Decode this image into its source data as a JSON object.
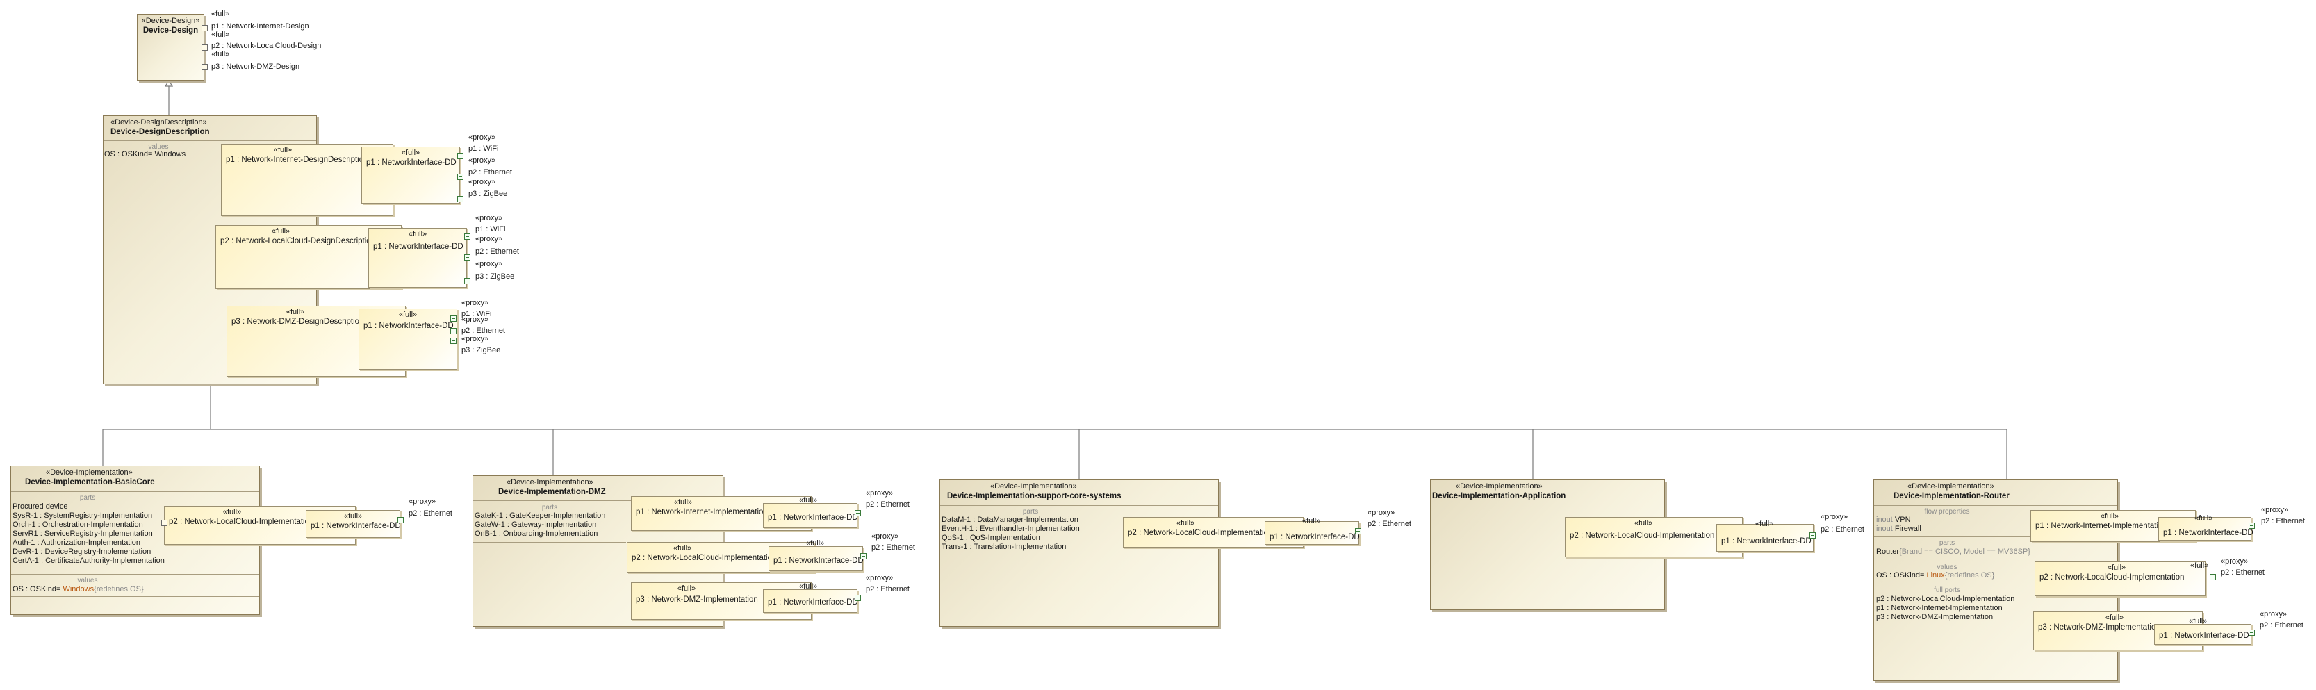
{
  "design": {
    "stereotype": "«Device-Design»",
    "name": "Device-Design",
    "ports": [
      {
        "stereo": "«full»",
        "label": "p1 : Network-Internet-Design"
      },
      {
        "stereo": "«full»",
        "label": "p2 : Network-LocalCloud-Design"
      },
      {
        "stereo": "«full»",
        "label": "p3 : Network-DMZ-Design"
      }
    ]
  },
  "design_description": {
    "stereotype": "«Device-DesignDescription»",
    "name": "Device-DesignDescription",
    "values_header": "values",
    "os_value": "OS : OSKind= Windows",
    "parts": [
      {
        "stereo": "«full»",
        "name": "p1 : Network-Internet-DesignDescription",
        "inner_stereo": "«full»",
        "inner_name": "p1 : NetworkInterface-DD",
        "ports": [
          {
            "stereo": "«proxy»",
            "label": "p1 : WiFi"
          },
          {
            "stereo": "«proxy»",
            "label": "p2 : Ethernet"
          },
          {
            "stereo": "«proxy»",
            "label": "p3 : ZigBee"
          }
        ]
      },
      {
        "stereo": "«full»",
        "name": "p2 : Network-LocalCloud-DesignDescription",
        "inner_stereo": "«full»",
        "inner_name": "p1 : NetworkInterface-DD",
        "ports": [
          {
            "stereo": "«proxy»",
            "label": "p1 : WiFi"
          },
          {
            "stereo": "«proxy»",
            "label": "p2 : Ethernet"
          },
          {
            "stereo": "«proxy»",
            "label": "p3 : ZigBee"
          }
        ]
      },
      {
        "stereo": "«full»",
        "name": "p3 : Network-DMZ-DesignDescription",
        "inner_stereo": "«full»",
        "inner_name": "p1 : NetworkInterface-DD",
        "ports": [
          {
            "stereo": "«proxy»",
            "label": "p1 : WiFi"
          },
          {
            "stereo": "«proxy»",
            "label": "p2 : Ethernet"
          },
          {
            "stereo": "«proxy»",
            "label": "p3 : ZigBee"
          }
        ]
      }
    ]
  },
  "basic_core": {
    "stereotype": "«Device-Implementation»",
    "name": "Device-Implementation-BasicCore",
    "parts_header": "parts",
    "procured": "Procured device",
    "parts": [
      "SysR-1 : SystemRegistry-Implementation",
      "Orch-1 : Orchestration-Implementation",
      "ServR1 : ServiceRegistry-Implementation",
      "Auth-1 : Authorization-Implementation",
      "DevR-1 : DeviceRegistry-Implementation",
      "CertA-1 : CertificateAuthority-Implementation"
    ],
    "values_header": "values",
    "os_prefix": "OS : OSKind= ",
    "os_value": "Windows",
    "os_suffix": "{redefines OS}",
    "net_part": {
      "stereo": "«full»",
      "name": "p2 : Network-LocalCloud-Implementation",
      "inner_stereo": "«full»",
      "inner_name": "p1 : NetworkInterface-DD",
      "port_stereo": "«proxy»",
      "port_label": "p2 : Ethernet"
    }
  },
  "dmz": {
    "stereotype": "«Device-Implementation»",
    "name": "Device-Implementation-DMZ",
    "parts_header": "parts",
    "parts": [
      "GateK-1 : GateKeeper-Implementation",
      "GateW-1 : Gateway-Implementation",
      "OnB-1 : Onboarding-Implementation"
    ],
    "net_parts": [
      {
        "stereo": "«full»",
        "name": "p1 : Network-Internet-Implementation",
        "inner_stereo": "«full»",
        "inner_name": "p1 : NetworkInterface-DD",
        "port_stereo": "«proxy»",
        "port_label": "p2 : Ethernet"
      },
      {
        "stereo": "«full»",
        "name": "p2 : Network-LocalCloud-Implementation",
        "inner_stereo": "«full»",
        "inner_name": "p1 : NetworkInterface-DD",
        "port_stereo": "«proxy»",
        "port_label": "p2 : Ethernet"
      },
      {
        "stereo": "«full»",
        "name": "p3 : Network-DMZ-Implementation",
        "inner_stereo": "«full»",
        "inner_name": "p1 : NetworkInterface-DD",
        "port_stereo": "«proxy»",
        "port_label": "p2 : Ethernet"
      }
    ]
  },
  "support_core": {
    "stereotype": "«Device-Implementation»",
    "name": "Device-Implementation-support-core-systems",
    "parts_header": "parts",
    "parts": [
      "DataM-1 : DataManager-Implementation",
      "EventH-1 : Eventhandler-Implementation",
      "QoS-1 : QoS-Implementation",
      "Trans-1 : Translation-Implementation"
    ],
    "net_part": {
      "stereo": "«full»",
      "name": "p2 : Network-LocalCloud-Implementation",
      "inner_stereo": "«full»",
      "inner_name": "p1 : NetworkInterface-DD",
      "port_stereo": "«proxy»",
      "port_label": "p2 : Ethernet"
    }
  },
  "application": {
    "stereotype": "«Device-Implementation»",
    "name": "Device-Implementation-Application",
    "net_part": {
      "stereo": "«full»",
      "name": "p2 : Network-LocalCloud-Implementation",
      "inner_stereo": "«full»",
      "inner_name": "p1 : NetworkInterface-DD",
      "port_stereo": "«proxy»",
      "port_label": "p2 : Ethernet"
    }
  },
  "router": {
    "stereotype": "«Device-Implementation»",
    "name": "Device-Implementation-Router",
    "flow_header": "flow properties",
    "flows": [
      {
        "dir": "inout",
        "name": "VPN"
      },
      {
        "dir": "inout",
        "name": "Firewall"
      }
    ],
    "parts_header": "parts",
    "router_prefix": "Router",
    "router_value": "{Brand == CISCO, Model == MV36SP}",
    "values_header": "values",
    "os_prefix": "OS : OSKind= ",
    "os_value": "Linux",
    "os_suffix": "{redefines OS}",
    "fullports_header": "full ports",
    "fullports": [
      "p2 : Network-LocalCloud-Implementation",
      "p1 : Network-Internet-Implementation",
      "p3 : Network-DMZ-Implementation"
    ],
    "net_parts": [
      {
        "stereo": "«full»",
        "name": "p1 : Network-Internet-Implementation",
        "inner_stereo": "«full»",
        "inner_name": "p1 : NetworkInterface-DD",
        "port_stereo": "«proxy»",
        "port_label": "p2 : Ethernet"
      },
      {
        "stereo": "«full»",
        "name": "p2 : Network-LocalCloud-Implementation",
        "inner_stereo": "«full»",
        "inner_name": "",
        "port_stereo": "«proxy»",
        "port_label": "p2 : Ethernet"
      },
      {
        "stereo": "«full»",
        "name": "p3 : Network-DMZ-Implementation",
        "inner_stereo": "«full»",
        "inner_name": "p1 : NetworkInterface-DD",
        "port_stereo": "«proxy»",
        "port_label": "p2 : Ethernet"
      }
    ]
  }
}
